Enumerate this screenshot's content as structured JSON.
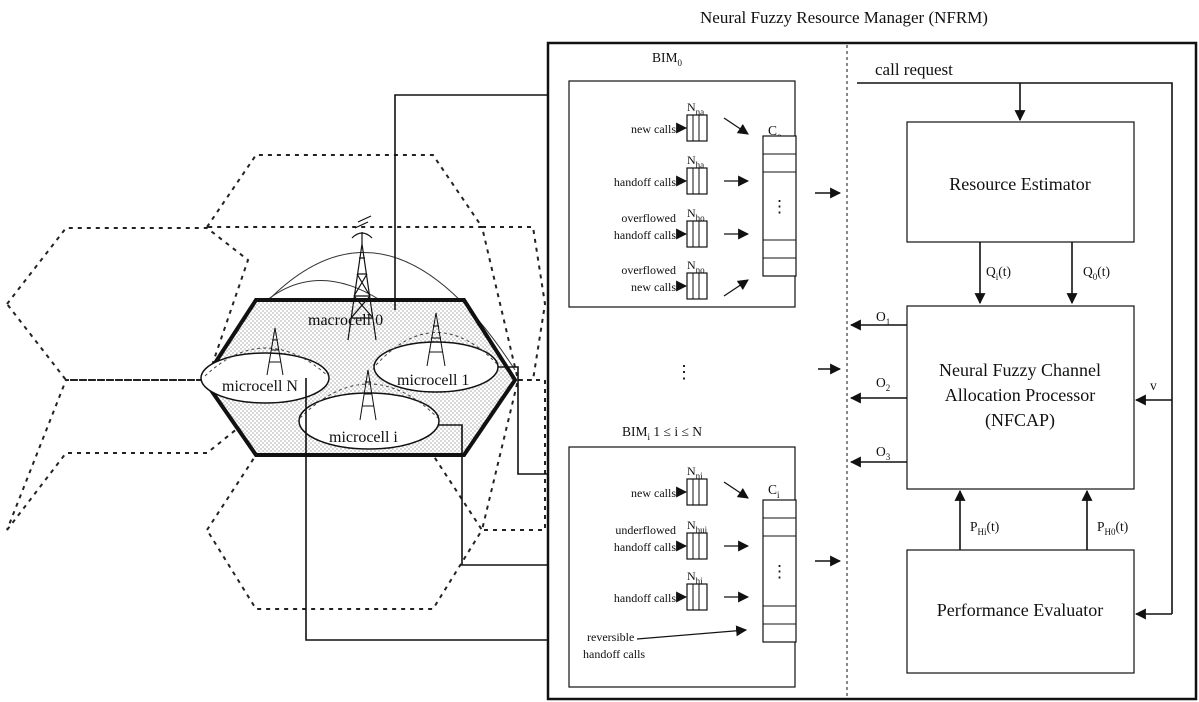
{
  "title": "Neural Fuzzy Resource Manager (NFRM)",
  "cells": {
    "macrocell": "macrocell 0",
    "microcell_n": "microcell N",
    "microcell_1": "microcell 1",
    "microcell_i": "microcell i"
  },
  "bim0": {
    "label": "BIM",
    "label_sub": "0",
    "buffer_label": "C",
    "buffer_sub": "o",
    "queues": [
      {
        "input": [
          "new calls"
        ],
        "name": "N",
        "sub": "na"
      },
      {
        "input": [
          "handoff calls"
        ],
        "name": "N",
        "sub": "ha"
      },
      {
        "input": [
          "overflowed",
          "handoff calls"
        ],
        "name": "N",
        "sub": "ho"
      },
      {
        "input": [
          "overflowed",
          "new calls"
        ],
        "name": "N",
        "sub": "no"
      }
    ],
    "buffer_dots": "⋮"
  },
  "bimi": {
    "label": "BIM",
    "label_sub": "i",
    "label_range": " 1 ≤ i ≤ N",
    "buffer_label": "C",
    "buffer_sub": "i",
    "queues": [
      {
        "input": [
          "new calls"
        ],
        "name": "N",
        "sub": "ni"
      },
      {
        "input": [
          "underflowed",
          "handoff calls"
        ],
        "name": "N",
        "sub": "hui"
      },
      {
        "input": [
          "handoff calls"
        ],
        "name": "N",
        "sub": "hi"
      }
    ],
    "reversible": [
      "reversible",
      "handoff calls"
    ],
    "buffer_dots": "⋮"
  },
  "middle_dots": "⋮",
  "call_request": "call request",
  "resource_estimator": "Resource Estimator",
  "nfcap": [
    "Neural Fuzzy Channel",
    "Allocation Processor",
    "(NFCAP)"
  ],
  "performance_evaluator": "Performance Evaluator",
  "signals": {
    "qi": {
      "main": "Q",
      "sub": "i",
      "tail": "(t)"
    },
    "q0": {
      "main": "Q",
      "sub": "0",
      "tail": "(t)"
    },
    "phi": {
      "main": "P",
      "sub": "Hi",
      "tail": "(t)"
    },
    "ph0": {
      "main": "P",
      "sub": "H0",
      "tail": "(t)"
    },
    "o1": {
      "main": "O",
      "sub": "1"
    },
    "o2": {
      "main": "O",
      "sub": "2"
    },
    "o3": {
      "main": "O",
      "sub": "3"
    },
    "v": "v"
  }
}
